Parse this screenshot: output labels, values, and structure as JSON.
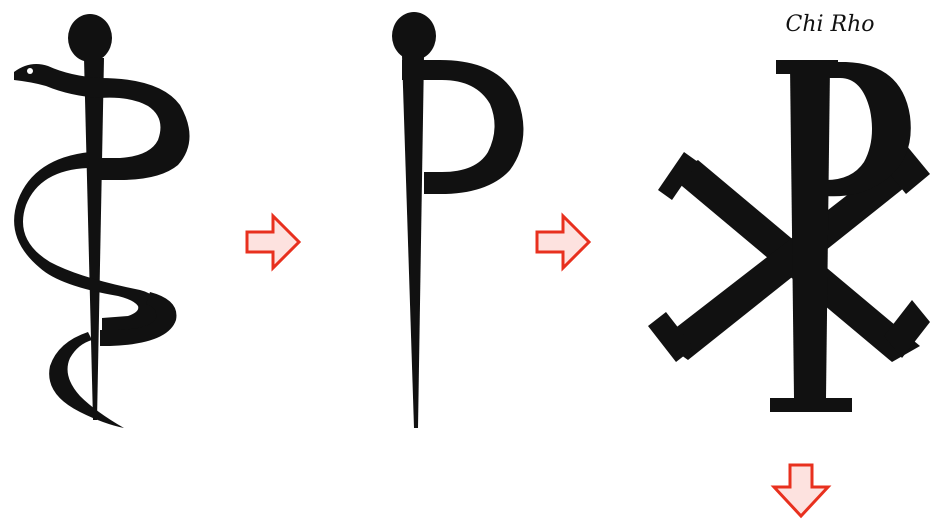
{
  "caption": {
    "chi_rho": "Chi Rho"
  },
  "colors": {
    "glyph": "#111111",
    "arrow_stroke": "#e8301e",
    "arrow_fill": "#fde2df",
    "background": "#ffffff"
  },
  "figures": [
    {
      "name": "staff-with-serpent",
      "icon": "rod-of-asclepius-icon"
    },
    {
      "name": "staff-forming-rho",
      "icon": "staff-rho-icon"
    },
    {
      "name": "chi-rho-symbol",
      "icon": "chi-rho-icon"
    }
  ],
  "arrows": [
    {
      "direction": "right"
    },
    {
      "direction": "right"
    },
    {
      "direction": "down"
    }
  ]
}
